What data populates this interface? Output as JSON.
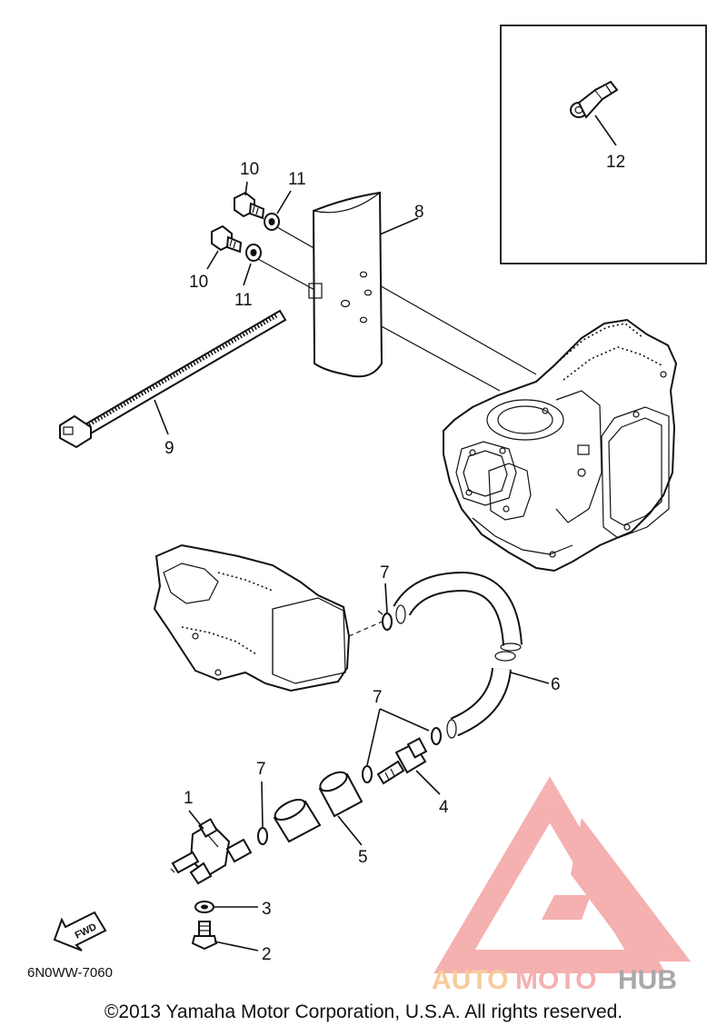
{
  "callouts": {
    "c1": "1",
    "c2": "2",
    "c3": "3",
    "c4": "4",
    "c5": "5",
    "c6": "6",
    "c7a": "7",
    "c7b": "7",
    "c7c": "7",
    "c8": "8",
    "c9": "9",
    "c10a": "10",
    "c10b": "10",
    "c11a": "11",
    "c11b": "11",
    "c12": "12"
  },
  "fwd_label": "FWD",
  "diagram_code": "6N0WW-7060",
  "watermark": {
    "text_auto": "AUTO",
    "text_moto": "MOTO",
    "text_hub": "HUB",
    "color_triangle": "#f4a3a3",
    "color_auto": "#f6c38a",
    "color_moto": "#f4a3a3",
    "color_hub": "#9a9a9a"
  },
  "copyright": "©2013 Yamaha Motor Corporation, U.S.A. All rights reserved."
}
